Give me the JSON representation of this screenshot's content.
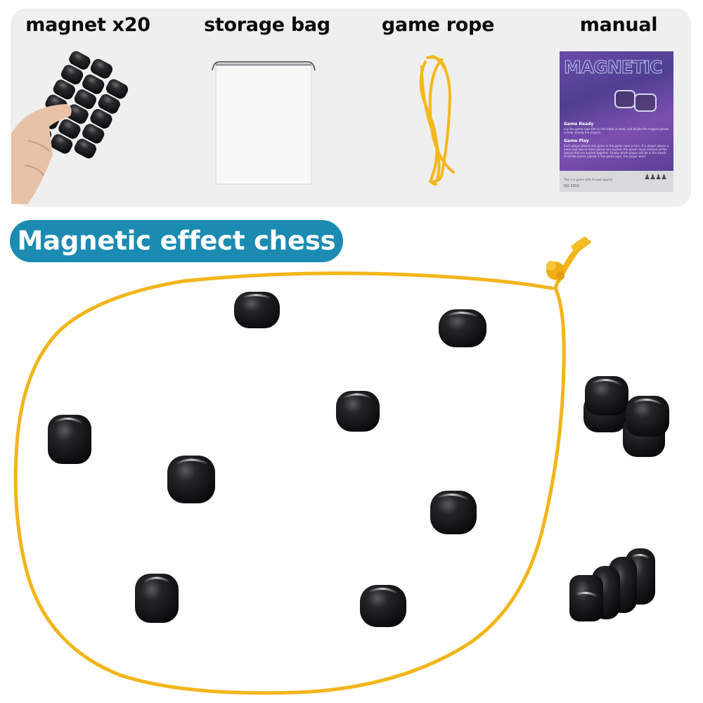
{
  "contents_panel": {
    "items": [
      {
        "label": "magnet x20",
        "icon": "magnets-in-hand-image"
      },
      {
        "label": "storage bag",
        "icon": "storage-bag-image"
      },
      {
        "label": "game rope",
        "icon": "yellow-rope-image"
      },
      {
        "label": "manual",
        "icon": "manual-booklet-image"
      }
    ],
    "manual": {
      "cover_title": "MAGNETIC",
      "section1_heading": "Game Ready",
      "section1_text": "Lay the game rope flat on the table or level, and divide the magnet pieces evenly among the players.",
      "section2_heading": "Game Play",
      "section2_text": "Each player places one piece in the game rope in turn. If a player places a piece and two or more pieces are sucked, the player must remove all the pieces that are sucked together. Finally which player will be in the hands of all the pieces placed in the game rope, the player wins!",
      "footer_text": "This is a game with its own appeal",
      "model_no": "NO.3303",
      "players": "1-4 people"
    }
  },
  "banner": {
    "label": "Magnetic effect chess",
    "color": "#1c8bb2"
  },
  "colors": {
    "panel_bg": "#efefef",
    "rope": "#f4b81c",
    "stone": "#1a1a1c",
    "manual_purple": "#6a4aa8"
  }
}
